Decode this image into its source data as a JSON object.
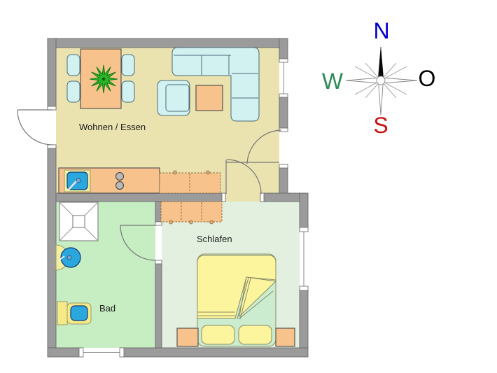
{
  "rooms": {
    "living": {
      "label": "Wohnen / Essen",
      "floor_color": "#eae3b0"
    },
    "bath": {
      "label": "Bad",
      "floor_color": "#c6eec2"
    },
    "bedroom": {
      "label": "Schlafen",
      "floor_color": "#e3f0e0"
    }
  },
  "compass": {
    "north": {
      "label": "N",
      "color": "#0000cc"
    },
    "west": {
      "label": "W",
      "color": "#2e8b57"
    },
    "east": {
      "label": "O",
      "color": "#000000"
    },
    "south": {
      "label": "S",
      "color": "#cc1111"
    }
  },
  "furniture_icons": [
    "dining-table",
    "dining-chair",
    "plant",
    "corner-sofa",
    "armchair",
    "coffee-table",
    "kitchen-counter",
    "kitchen-sink",
    "cooktop-burners",
    "overhead-cabinet",
    "wardrobe",
    "shower",
    "washbasin",
    "toilet",
    "double-bed",
    "pillow",
    "nightstand"
  ],
  "colors": {
    "wall": "#9b9b9b",
    "wall_edge": "#6a6a6a",
    "floor_living": "#eae3b0",
    "floor_bath": "#c6eec2",
    "floor_bedroom": "#e3f0e0",
    "furniture_orange": "#f7c28c",
    "furniture_edge": "#4a4a4a",
    "seat_cyan": "#d2f2f2",
    "plant_green": "#2ab42a",
    "plant_dark": "#0f7a0f",
    "bed_mint": "#cbeccf",
    "bed_yellow": "#fcf59e",
    "bed_edge": "#8a8a62",
    "fixture_blue": "#2aa8de",
    "fixture_yellow": "#f3f0a0",
    "toilet_yellow": "#f6e988",
    "door_line": "#777777",
    "window_line": "#8a8a8a",
    "dashed_edge": "#8a6a3a",
    "text": "#1a1a1a",
    "compass_n": "#0000cc",
    "compass_w": "#2e8b57",
    "compass_o": "#000000",
    "compass_s": "#cc1111"
  }
}
